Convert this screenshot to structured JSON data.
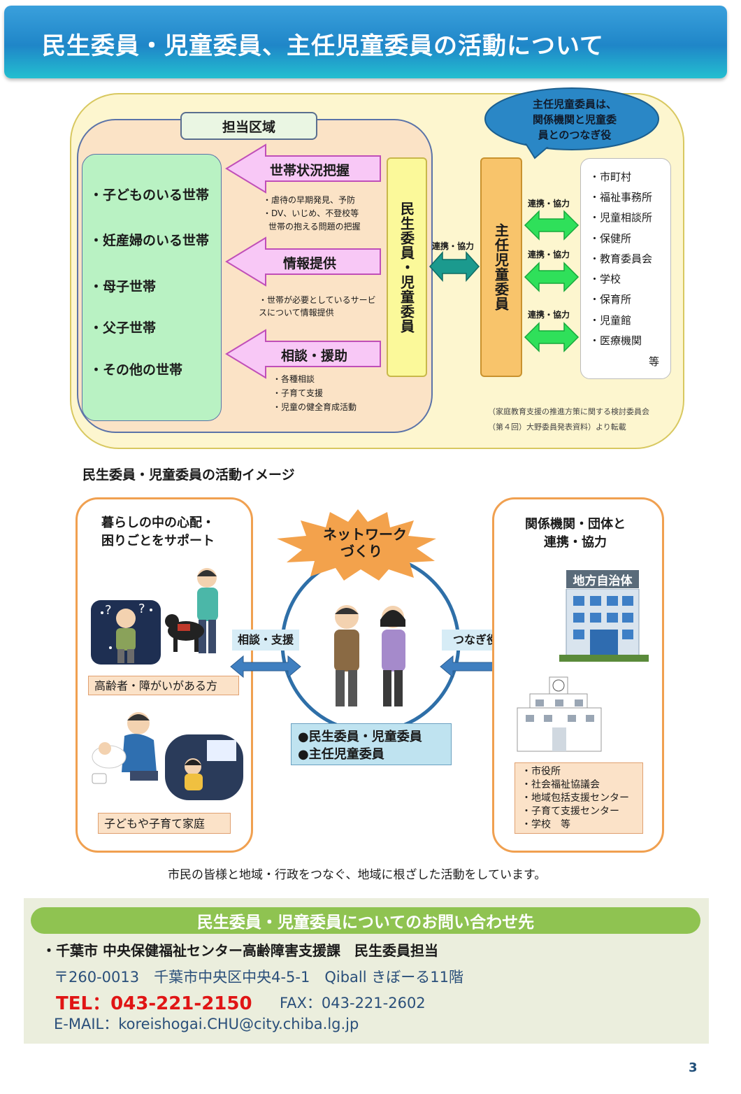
{
  "header": {
    "title": "民生委員・児童委員、主任児童委員の活動について",
    "color": "#2a93d5"
  },
  "diagram1": {
    "area_label": "担当区域",
    "households": [
      "・子どものいる世帯",
      "・妊産婦のいる世帯",
      "・母子世帯",
      "・父子世帯",
      "・その他の世帯"
    ],
    "arrows": [
      {
        "label": "世帯状況把握",
        "notes": [
          "・虐待の早期発見、予防",
          "・DV、いじめ、不登校等",
          "世帯の抱える問題の把握"
        ]
      },
      {
        "label": "情報提供",
        "notes": [
          "・世帯が必要としているサービ",
          "スについて情報提供"
        ]
      },
      {
        "label": "相談・援助",
        "notes": [
          "・各種相談",
          "・子育て支援",
          "・児童の健全育成活動"
        ]
      }
    ],
    "minsei_box": "民生委員・児童委員",
    "link_label": "連携・協力",
    "shunin_box": "主任児童委員",
    "renkei_labels": [
      "連携・協力",
      "連携・協力",
      "連携・協力"
    ],
    "agencies": [
      "・市町村",
      "・福祉事務所",
      "・児童相談所",
      "・保健所",
      "・教育委員会",
      "・学校",
      "・保育所",
      "・児童館",
      "・医療機関"
    ],
    "agencies_etc": "等",
    "bubble": [
      "主任児童委員は、",
      "関係機関と児童委",
      "員とのつなぎ役"
    ],
    "source": [
      "（家庭教育支援の推進方策に関する検討委員会",
      "（第４回）大野委員発表資料）より転載"
    ]
  },
  "diagram2": {
    "title": "民生委員・児童委員の活動イメージ",
    "left_head": [
      "暮らしの中の心配・",
      "困りごとをサポート"
    ],
    "left_tags": [
      "高齢者・障がいがある方",
      "子どもや子育て家庭"
    ],
    "network": [
      "ネットワーク",
      "づくり"
    ],
    "left_link": "相談・支援",
    "right_link": "つなぎ役",
    "members": [
      "●民生委員・児童委員",
      "●主任児童委員"
    ],
    "right_head": [
      "関係機関・団体と",
      "連携・協力"
    ],
    "gov_label": "地方自治体",
    "orgs": [
      "・市役所",
      "・社会福祉協議会",
      "・地域包括支援センター",
      "・子育て支援センター",
      "・学校　等"
    ],
    "tagline": "市民の皆様と地域・行政をつなぐ、地域に根ざした活動をしています。"
  },
  "contact": {
    "title": "民生委員・児童委員についてのお問い合わせ先",
    "dept": "・千葉市 中央保健福祉センター高齢障害支援課　民生委員担当",
    "address": "〒260-0013　千葉市中央区中央4-5-1　Qiball きぼーる11階",
    "tel": "TEL：043-221-2150",
    "fax": "FAX：043-221-2602",
    "email": "E-MAIL：koreishogai.CHU@city.chiba.lg.jp"
  },
  "page_number": "3"
}
